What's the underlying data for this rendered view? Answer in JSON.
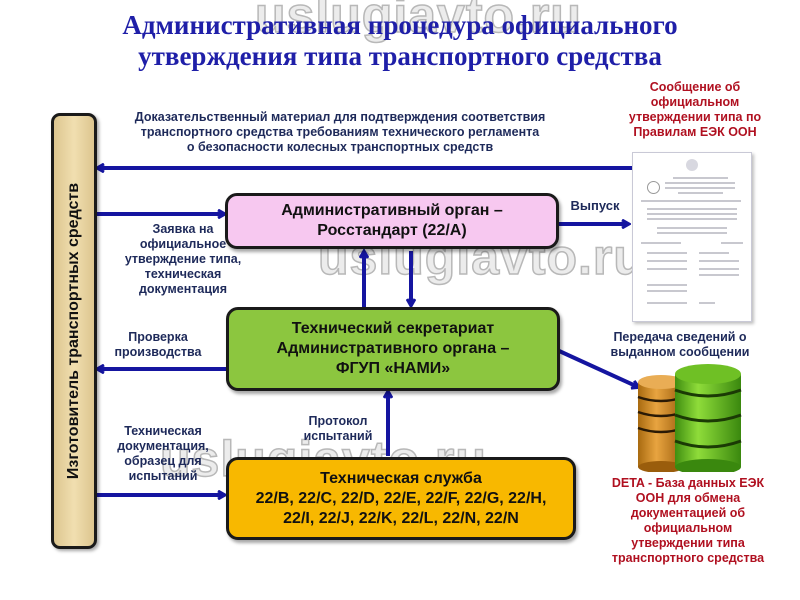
{
  "title": {
    "line1": "Административная процедура официального",
    "line2": "утверждения типа транспортного средства"
  },
  "watermark": "uslugiavto.ru",
  "manufacturer": {
    "label": "Изготовитель транспортных средств"
  },
  "evidence_label": {
    "line1": "Доказательственный материал для подтверждения соответствия",
    "line2": "транспортного средства требованиям технического регламента",
    "line3": "о безопасности колесных транспортных средств"
  },
  "admin_body": {
    "line1": "Административный орган –",
    "line2": "Росстандарт (22/А)"
  },
  "secretariat": {
    "line1": "Технический секретариат",
    "line2": "Административного органа –",
    "line3": "ФГУП «НАМИ»"
  },
  "tech_service": {
    "line1": "Техническая служба",
    "line2": "22/B, 22/C, 22/D, 22/E, 22/F, 22/G, 22/H,",
    "line3": "22/I, 22/J, 22/K, 22/L, 22/N, 22/N"
  },
  "labels": {
    "application": [
      "Заявка на",
      "официальное",
      "утверждение типа,",
      "техническая",
      "документация"
    ],
    "production_check": [
      "Проверка",
      "производства"
    ],
    "tech_docs": [
      "Техническая",
      "документация,",
      "образец для",
      "испытаний"
    ],
    "test_protocol": [
      "Протокол",
      "испытаний"
    ],
    "issue": "Выпуск",
    "transfer": [
      "Передача сведений о",
      "выданном сообщении"
    ]
  },
  "communication_caption": [
    "Сообщение об",
    "официальном",
    "утверждении типа по",
    "Правилам ЕЭК ООН"
  ],
  "deta_caption": [
    "DETA - База данных ЕЭК",
    "ООН для обмена",
    "документацией об",
    "официальном",
    "утверждении типа",
    "транспортного средства"
  ],
  "colors": {
    "title": "#1f1fa8",
    "arrow": "#1515a0",
    "admin_fill": "#f7c8f0",
    "secretariat_fill": "#8cc63f",
    "tech_service_fill": "#f8b800",
    "caption_red": "#b01020",
    "label_dark": "#1e2a5a"
  }
}
